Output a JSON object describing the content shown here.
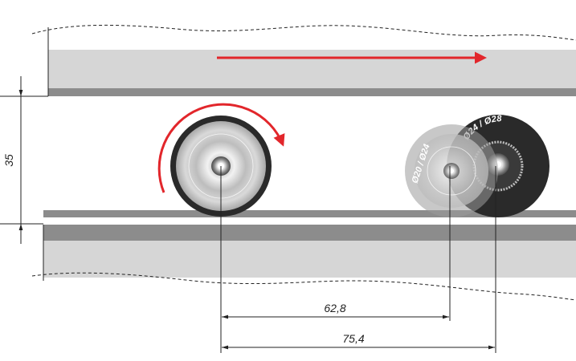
{
  "dimensions": {
    "gap_height": "35",
    "offset_small_roll": "62,8",
    "offset_large_roll": "75,4"
  },
  "rolls": {
    "small_label": "Ø20 / Ø24",
    "large_label": "Ø24 / Ø28"
  },
  "icons": {
    "feed_direction": "arrow-right-icon",
    "rotation_direction": "curved-arrow-clockwise-icon"
  },
  "colors": {
    "belt_light": "#d6d6d6",
    "belt_dark": "#8c8c8c",
    "arrow_red": "#e2262b",
    "roll_dark": "#2a2a2a",
    "line": "#222222"
  }
}
